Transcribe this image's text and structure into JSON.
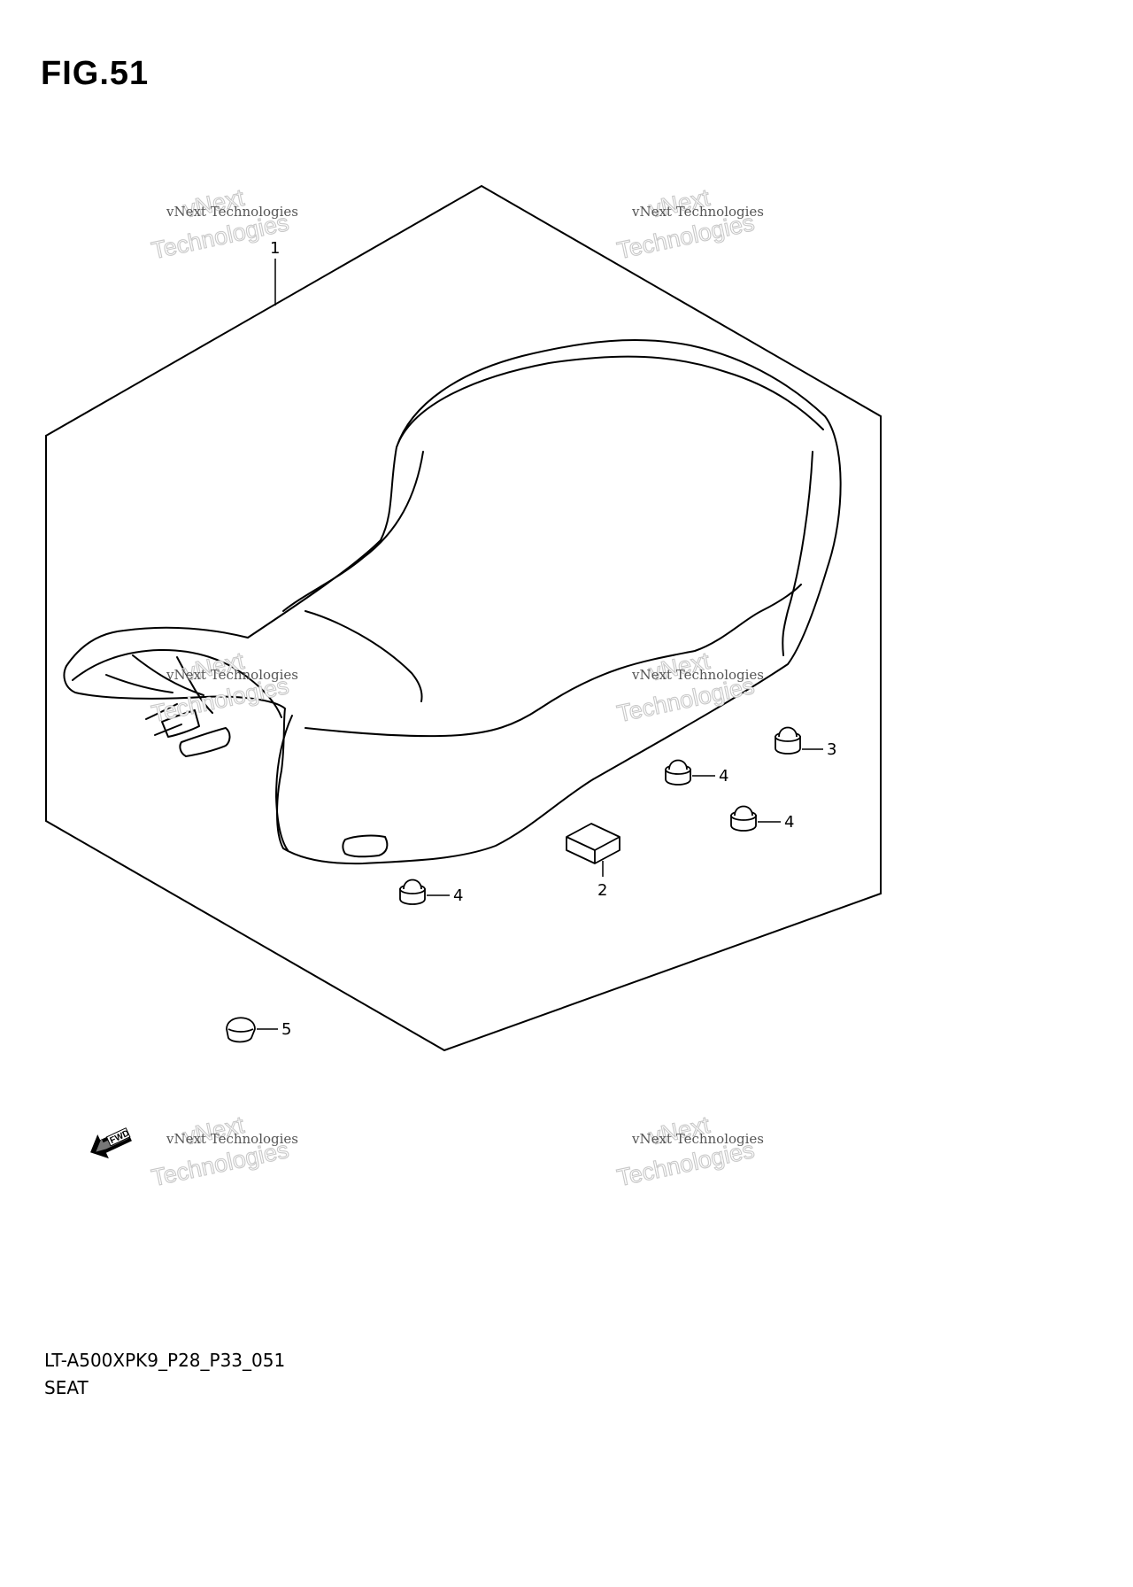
{
  "figure": {
    "title": "FIG.51"
  },
  "footer": {
    "model_code": "LT-A500XPK9_P28_P33_051",
    "section_name": "SEAT"
  },
  "watermark": {
    "line_small": "vNext Technologies",
    "line_big_top": "vNext",
    "line_big_bottom": "Technologies"
  },
  "callouts": [
    {
      "label": "1",
      "part": "seat assembly"
    },
    {
      "label": "2",
      "part": "cushion"
    },
    {
      "label": "3",
      "part": "cushion"
    },
    {
      "label": "4",
      "part": "cushion"
    },
    {
      "label": "4",
      "part": "cushion"
    },
    {
      "label": "4",
      "part": "cushion"
    },
    {
      "label": "5",
      "part": "cap"
    }
  ],
  "fwd_arrow": {
    "label": "FWD",
    "icon": "fwd-arrow-icon"
  }
}
